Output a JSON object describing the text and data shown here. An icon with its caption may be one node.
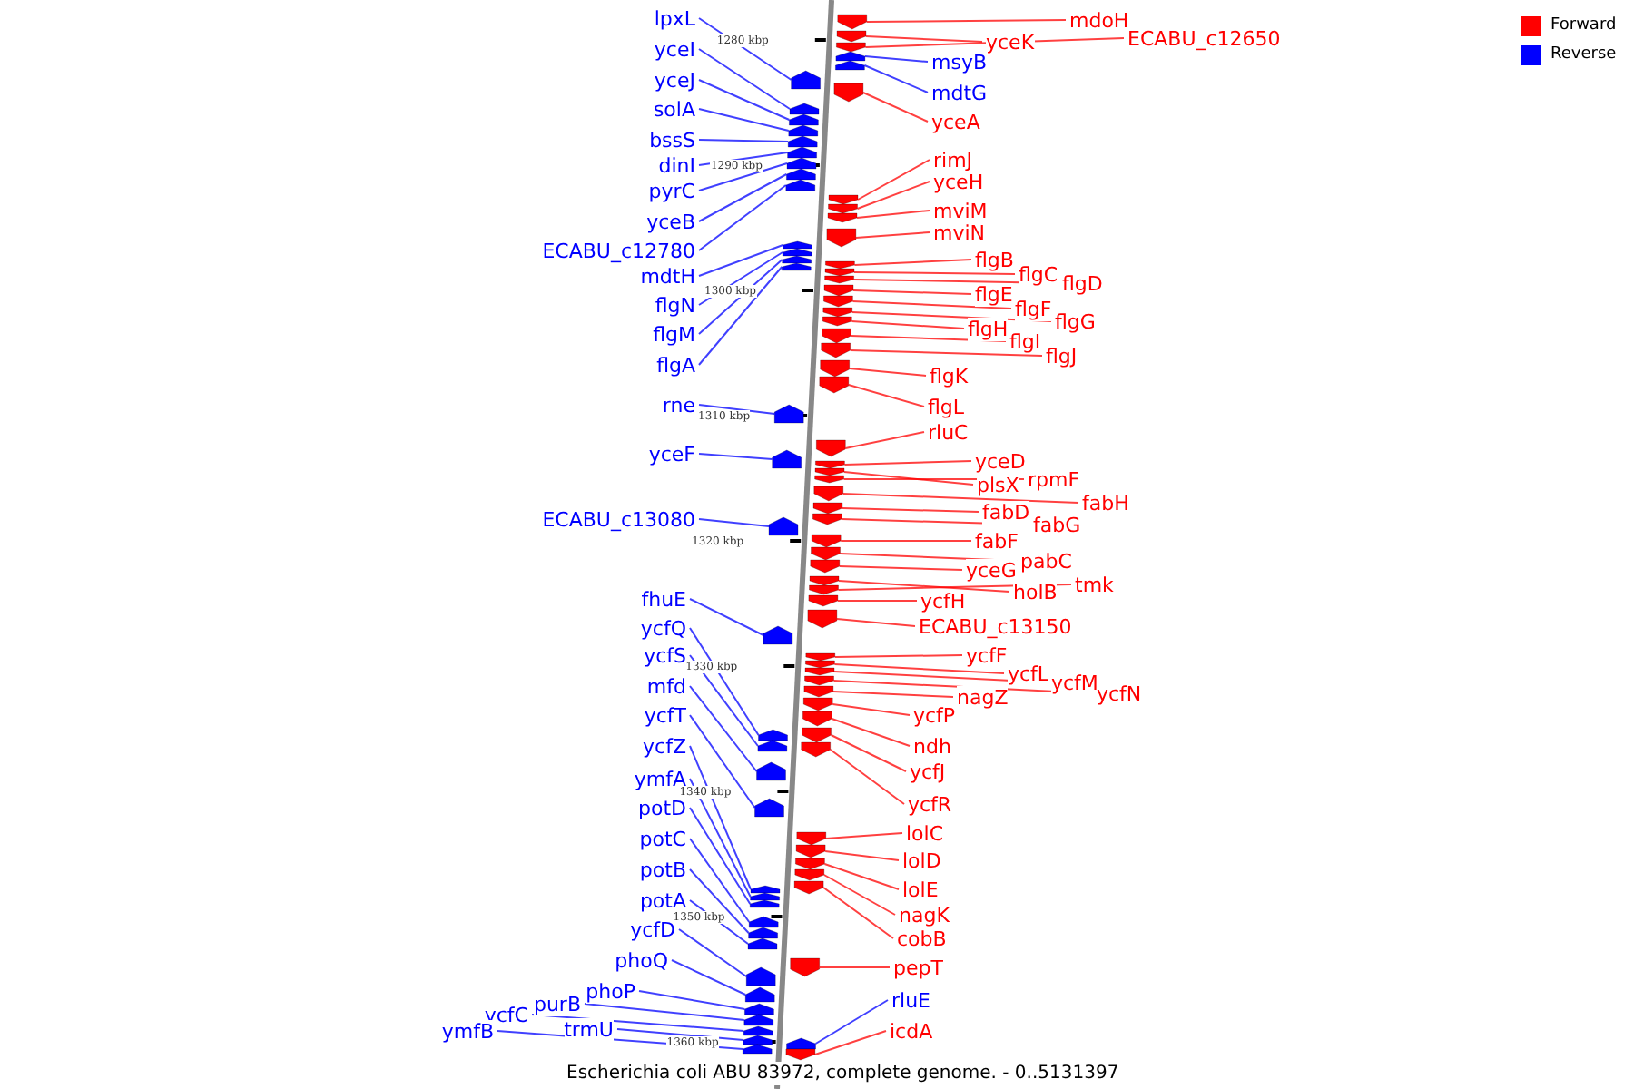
{
  "diagram": {
    "caption": "Escherichia coli ABU 83972, complete genome. - 0..5131397",
    "nodes": [
      {
        "text": [
          "lpxL"
        ]
      },
      {
        "text": [
          "yceI"
        ]
      },
      {
        "text": [
          "yceJ"
        ]
      },
      {
        "text": [
          "solA"
        ]
      },
      {
        "text": [
          "bssS"
        ]
      },
      {
        "text": [
          "dinI"
        ]
      },
      {
        "text": [
          "pyrC"
        ]
      },
      {
        "text": [
          "yceB"
        ]
      },
      {
        "text": [
          "ECABU_c12780"
        ]
      },
      {
        "text": [
          "mdtH"
        ]
      },
      {
        "text": [
          "flgN"
        ]
      },
      {
        "text": [
          "flgM"
        ]
      },
      {
        "text": [
          "flgA"
        ]
      },
      {
        "text": [
          "rne"
        ]
      },
      {
        "text": [
          "yceF"
        ]
      },
      {
        "text": [
          "ECABU_c13080"
        ]
      },
      {
        "text": [
          "fhuE"
        ]
      },
      {
        "text": [
          "ycfQ"
        ]
      },
      {
        "text": [
          "ycfS"
        ]
      },
      {
        "text": [
          "mfd"
        ]
      },
      {
        "text": [
          "ycfT"
        ]
      },
      {
        "text": [
          "ycfZ"
        ]
      },
      {
        "text": [
          "ymfA"
        ]
      },
      {
        "text": [
          "potD"
        ]
      },
      {
        "text": [
          "potC"
        ]
      },
      {
        "text": [
          "potB"
        ]
      },
      {
        "text": [
          "potA"
        ]
      },
      {
        "text": [
          "ycfD"
        ]
      },
      {
        "text": [
          "phoQ"
        ]
      },
      {
        "text": [
          "phoP"
        ]
      },
      {
        "text": [
          "purB"
        ]
      },
      {
        "text": [
          "ycfC"
        ]
      },
      {
        "text": [
          "trmU"
        ]
      },
      {
        "text": [
          "ymfB"
        ]
      },
      {
        "text": [
          "mdoH"
        ]
      },
      {
        "text": [
          "yceK"
        ]
      },
      {
        "text": [
          "ECABU_c12650"
        ]
      },
      {
        "text": [
          "msyB"
        ]
      },
      {
        "text": [
          "mdtG"
        ]
      },
      {
        "text": [
          "yceA"
        ]
      },
      {
        "text": [
          "rimJ"
        ]
      },
      {
        "text": [
          "yceH"
        ]
      },
      {
        "text": [
          "mviM"
        ]
      },
      {
        "text": [
          "mviN"
        ]
      },
      {
        "text": [
          "flgB"
        ]
      },
      {
        "text": [
          "flgC"
        ]
      },
      {
        "text": [
          "flgD"
        ]
      },
      {
        "text": [
          "flgE"
        ]
      },
      {
        "text": [
          "flgF"
        ]
      },
      {
        "text": [
          "flgG"
        ]
      },
      {
        "text": [
          "flgH"
        ]
      },
      {
        "text": [
          "flgI"
        ]
      },
      {
        "text": [
          "flgJ"
        ]
      },
      {
        "text": [
          "flgK"
        ]
      },
      {
        "text": [
          "flgL"
        ]
      },
      {
        "text": [
          "rluC"
        ]
      },
      {
        "text": [
          "yceD"
        ]
      },
      {
        "text": [
          "plsX"
        ]
      },
      {
        "text": [
          "rpmF"
        ]
      },
      {
        "text": [
          "fabH"
        ]
      },
      {
        "text": [
          "fabD"
        ]
      },
      {
        "text": [
          "fabG"
        ]
      },
      {
        "text": [
          "fabF"
        ]
      },
      {
        "text": [
          "pabC"
        ]
      },
      {
        "text": [
          "yceG"
        ]
      },
      {
        "text": [
          "holB"
        ]
      },
      {
        "text": [
          "tmk"
        ]
      },
      {
        "text": [
          "ycfH"
        ]
      },
      {
        "text": [
          "ECABU_c13150"
        ]
      },
      {
        "text": [
          "ycfF"
        ]
      },
      {
        "text": [
          "ycfL"
        ]
      },
      {
        "text": [
          "ycfM"
        ]
      },
      {
        "text": [
          "ycfN"
        ]
      },
      {
        "text": [
          "nagZ"
        ]
      },
      {
        "text": [
          "ycfP"
        ]
      },
      {
        "text": [
          "ndh"
        ]
      },
      {
        "text": [
          "ycfJ"
        ]
      },
      {
        "text": [
          "ycfR"
        ]
      },
      {
        "text": [
          "lolC"
        ]
      },
      {
        "text": [
          "lolD"
        ]
      },
      {
        "text": [
          "lolE"
        ]
      },
      {
        "text": [
          "nagK"
        ]
      },
      {
        "text": [
          "cobB"
        ]
      },
      {
        "text": [
          "pepT"
        ]
      },
      {
        "text": [
          "rluE"
        ]
      },
      {
        "text": [
          "icdA"
        ]
      },
      {
        "text": [],
        "shape": "arrow"
      },
      {
        "text": [],
        "shape": "arrow"
      },
      {
        "text": [],
        "shape": "arrow"
      },
      {
        "text": [],
        "shape": "arrow"
      },
      {
        "text": [],
        "shape": "arrow"
      },
      {
        "text": [],
        "shape": "arrow"
      },
      {
        "text": [],
        "shape": "arrow"
      },
      {
        "text": [],
        "shape": "arrow"
      },
      {
        "text": [],
        "shape": "arrow"
      },
      {
        "text": [],
        "shape": "arrow"
      },
      {
        "text": [],
        "shape": "arrow"
      },
      {
        "text": [],
        "shape": "arrow"
      },
      {
        "text": [],
        "shape": "arrow"
      },
      {
        "text": [],
        "shape": "arrow"
      },
      {
        "text": [],
        "shape": "arrow"
      },
      {
        "text": [],
        "shape": "arrow"
      },
      {
        "text": [],
        "shape": "arrow"
      },
      {
        "text": [],
        "shape": "arrow"
      },
      {
        "text": [],
        "shape": "arrow"
      },
      {
        "text": [],
        "shape": "arrow"
      },
      {
        "text": [],
        "shape": "arrow"
      },
      {
        "text": [],
        "shape": "arrow"
      },
      {
        "text": [],
        "shape": "arrow"
      },
      {
        "text": [],
        "shape": "arrow"
      },
      {
        "text": [],
        "shape": "arrow"
      },
      {
        "text": [],
        "shape": "arrow"
      },
      {
        "text": [],
        "shape": "arrow"
      },
      {
        "text": [],
        "shape": "arrow"
      },
      {
        "text": [],
        "shape": "arrow"
      },
      {
        "text": [],
        "shape": "arrow"
      },
      {
        "text": [],
        "shape": "arrow"
      },
      {
        "text": [],
        "shape": "arrow"
      },
      {
        "text": [],
        "shape": "arrow"
      },
      {
        "text": [],
        "shape": "arrow"
      },
      {
        "text": [],
        "shape": "arrow"
      },
      {
        "text": [],
        "shape": "arrow"
      },
      {
        "text": [],
        "shape": "arrow"
      },
      {
        "text": [],
        "shape": "arrow"
      },
      {
        "text": [],
        "shape": "arrow"
      },
      {
        "text": [],
        "shape": "arrow"
      },
      {
        "text": [],
        "shape": "arrow"
      },
      {
        "text": [],
        "shape": "arrow"
      },
      {
        "text": [],
        "shape": "arrow"
      },
      {
        "text": [],
        "shape": "arrow"
      },
      {
        "text": [],
        "shape": "arrow"
      },
      {
        "text": [],
        "shape": "arrow"
      },
      {
        "text": [],
        "shape": "arrow"
      },
      {
        "text": [],
        "shape": "arrow"
      },
      {
        "text": [],
        "shape": "arrow"
      },
      {
        "text": [],
        "shape": "arrow"
      },
      {
        "text": [],
        "shape": "arrow"
      },
      {
        "text": [],
        "shape": "arrow"
      },
      {
        "text": [],
        "shape": "arrow"
      },
      {
        "text": [],
        "shape": "arrow"
      },
      {
        "text": [],
        "shape": "arrow"
      },
      {
        "text": [],
        "shape": "arrow"
      },
      {
        "text": [],
        "shape": "arrow"
      },
      {
        "text": [],
        "shape": "arrow"
      },
      {
        "text": [],
        "shape": "arrow"
      },
      {
        "text": [],
        "shape": "arrow"
      },
      {
        "text": [],
        "shape": "arrow"
      },
      {
        "text": [],
        "shape": "arrow"
      },
      {
        "text": [],
        "shape": "arrow"
      },
      {
        "text": [],
        "shape": "arrow"
      },
      {
        "text": [],
        "shape": "arrow"
      },
      {
        "text": [],
        "shape": "arrow"
      },
      {
        "text": [],
        "shape": "arrow"
      },
      {
        "text": [],
        "shape": "arrow"
      },
      {
        "text": [],
        "shape": "arrow"
      },
      {
        "text": [],
        "shape": "arrow"
      },
      {
        "text": [],
        "shape": "arrow"
      },
      {
        "text": [],
        "shape": "arrow"
      },
      {
        "text": [],
        "shape": "arrow"
      },
      {
        "text": [],
        "shape": "arrow"
      },
      {
        "text": [],
        "shape": "arrow"
      },
      {
        "text": [],
        "shape": "arrow"
      },
      {
        "text": [],
        "shape": "arrow"
      },
      {
        "text": [],
        "shape": "arrow"
      },
      {
        "text": [],
        "shape": "arrow"
      },
      {
        "text": [],
        "shape": "arrow"
      },
      {
        "text": [],
        "shape": "arrow"
      },
      {
        "text": [],
        "shape": "arrow"
      },
      {
        "text": [],
        "shape": "arrow"
      },
      {
        "text": [],
        "shape": "arrow"
      },
      {
        "text": [],
        "shape": "arrow"
      },
      {
        "text": [],
        "shape": "arrow"
      }
    ],
    "edges": [
      {
        "from": 0,
        "to": 86,
        "arrow": "none",
        "color": "#0000ff"
      },
      {
        "from": 1,
        "to": 87,
        "arrow": "none",
        "color": "#0000ff"
      },
      {
        "from": 2,
        "to": 88,
        "arrow": "none",
        "color": "#0000ff"
      },
      {
        "from": 3,
        "to": 89,
        "arrow": "none",
        "color": "#0000ff"
      },
      {
        "from": 4,
        "to": 90,
        "arrow": "none",
        "color": "#0000ff"
      },
      {
        "from": 5,
        "to": 91,
        "arrow": "none",
        "color": "#0000ff"
      },
      {
        "from": 6,
        "to": 92,
        "arrow": "none",
        "color": "#0000ff"
      },
      {
        "from": 7,
        "to": 93,
        "arrow": "none",
        "color": "#0000ff"
      },
      {
        "from": 8,
        "to": 94,
        "arrow": "none",
        "color": "#0000ff"
      },
      {
        "from": 9,
        "to": 95,
        "arrow": "none",
        "color": "#0000ff"
      },
      {
        "from": 10,
        "to": 96,
        "arrow": "none",
        "color": "#0000ff"
      },
      {
        "from": 11,
        "to": 97,
        "arrow": "none",
        "color": "#0000ff"
      },
      {
        "from": 12,
        "to": 98,
        "arrow": "none",
        "color": "#0000ff"
      },
      {
        "from": 13,
        "to": 99,
        "arrow": "none",
        "color": "#0000ff"
      },
      {
        "from": 14,
        "to": 100,
        "arrow": "none",
        "color": "#0000ff"
      },
      {
        "from": 15,
        "to": 101,
        "arrow": "none",
        "color": "#0000ff"
      },
      {
        "from": 16,
        "to": 102,
        "arrow": "none",
        "color": "#0000ff"
      },
      {
        "from": 17,
        "to": 103,
        "arrow": "none",
        "color": "#0000ff"
      },
      {
        "from": 18,
        "to": 104,
        "arrow": "none",
        "color": "#0000ff"
      },
      {
        "from": 19,
        "to": 105,
        "arrow": "none",
        "color": "#0000ff"
      },
      {
        "from": 20,
        "to": 106,
        "arrow": "none",
        "color": "#0000ff"
      },
      {
        "from": 21,
        "to": 107,
        "arrow": "none",
        "color": "#0000ff"
      },
      {
        "from": 22,
        "to": 108,
        "arrow": "none",
        "color": "#0000ff"
      },
      {
        "from": 23,
        "to": 109,
        "arrow": "none",
        "color": "#0000ff"
      },
      {
        "from": 24,
        "to": 110,
        "arrow": "none",
        "color": "#0000ff"
      },
      {
        "from": 25,
        "to": 111,
        "arrow": "none",
        "color": "#0000ff"
      },
      {
        "from": 26,
        "to": 112,
        "arrow": "none",
        "color": "#0000ff"
      },
      {
        "from": 27,
        "to": 113,
        "arrow": "none",
        "color": "#0000ff"
      },
      {
        "from": 28,
        "to": 114,
        "arrow": "none",
        "color": "#0000ff"
      },
      {
        "from": 29,
        "to": 115,
        "arrow": "none",
        "color": "#0000ff"
      },
      {
        "from": 30,
        "to": 116,
        "arrow": "none",
        "color": "#0000ff"
      },
      {
        "from": 31,
        "to": 117,
        "arrow": "none",
        "color": "#0000ff"
      },
      {
        "from": 32,
        "to": 118,
        "arrow": "none",
        "color": "#0000ff"
      },
      {
        "from": 33,
        "to": 119,
        "arrow": "none",
        "color": "#0000ff"
      },
      {
        "from": 34,
        "to": 120,
        "arrow": "none"
      },
      {
        "from": 35,
        "to": 121,
        "arrow": "none"
      },
      {
        "from": 36,
        "to": 122,
        "arrow": "none"
      },
      {
        "from": 37,
        "to": 123,
        "arrow": "none",
        "color": "#0000ff"
      },
      {
        "from": 38,
        "to": 124,
        "arrow": "none",
        "color": "#0000ff"
      },
      {
        "from": 39,
        "to": 125,
        "arrow": "none"
      },
      {
        "from": 40,
        "to": 126,
        "arrow": "none"
      },
      {
        "from": 41,
        "to": 127,
        "arrow": "none"
      },
      {
        "from": 42,
        "to": 128,
        "arrow": "none"
      },
      {
        "from": 43,
        "to": 129,
        "arrow": "none"
      },
      {
        "from": 44,
        "to": 130,
        "arrow": "none"
      },
      {
        "from": 45,
        "to": 131,
        "arrow": "none"
      },
      {
        "from": 46,
        "to": 132,
        "arrow": "none"
      },
      {
        "from": 47,
        "to": 133,
        "arrow": "none"
      },
      {
        "from": 48,
        "to": 134,
        "arrow": "none"
      },
      {
        "from": 49,
        "to": 135,
        "arrow": "none"
      },
      {
        "from": 50,
        "to": 136,
        "arrow": "none"
      },
      {
        "from": 51,
        "to": 137,
        "arrow": "none"
      },
      {
        "from": 52,
        "to": 138,
        "arrow": "none"
      },
      {
        "from": 53,
        "to": 139,
        "arrow": "none"
      },
      {
        "from": 54,
        "to": 140,
        "arrow": "none"
      },
      {
        "from": 55,
        "to": 141,
        "arrow": "none"
      },
      {
        "from": 56,
        "to": 142,
        "arrow": "none"
      },
      {
        "from": 57,
        "to": 143,
        "arrow": "none"
      },
      {
        "from": 58,
        "to": 144,
        "arrow": "none"
      },
      {
        "from": 59,
        "to": 145,
        "arrow": "none"
      },
      {
        "from": 60,
        "to": 146,
        "arrow": "none"
      },
      {
        "from": 61,
        "to": 147,
        "arrow": "none"
      },
      {
        "from": 62,
        "to": 148,
        "arrow": "none"
      },
      {
        "from": 63,
        "to": 149,
        "arrow": "none"
      },
      {
        "from": 64,
        "to": 150,
        "arrow": "none"
      },
      {
        "from": 65,
        "to": 151,
        "arrow": "none"
      },
      {
        "from": 66,
        "to": 152,
        "arrow": "none"
      },
      {
        "from": 67,
        "to": 153,
        "arrow": "none"
      },
      {
        "from": 68,
        "to": 154,
        "arrow": "none"
      },
      {
        "from": 69,
        "to": 155,
        "arrow": "none"
      },
      {
        "from": 70,
        "to": 156,
        "arrow": "none"
      },
      {
        "from": 71,
        "to": 157,
        "arrow": "none"
      },
      {
        "from": 72,
        "to": 158,
        "arrow": "none"
      },
      {
        "from": 73,
        "to": 159,
        "arrow": "none"
      },
      {
        "from": 74,
        "to": 160,
        "arrow": "none"
      },
      {
        "from": 75,
        "to": 161,
        "arrow": "none"
      },
      {
        "from": 76,
        "to": 162,
        "arrow": "none"
      },
      {
        "from": 77,
        "to": 163,
        "arrow": "none"
      },
      {
        "from": 78,
        "to": 164,
        "arrow": "none"
      },
      {
        "from": 79,
        "to": 165,
        "arrow": "none"
      },
      {
        "from": 80,
        "to": 166,
        "arrow": "none"
      },
      {
        "from": 81,
        "to": 167,
        "arrow": "none"
      },
      {
        "from": 82,
        "to": 168,
        "arrow": "none"
      },
      {
        "from": 83,
        "to": 169,
        "arrow": "none"
      },
      {
        "from": 84,
        "to": 170,
        "arrow": "none",
        "color": "#0000ff"
      },
      {
        "from": 85,
        "to": 171,
        "arrow": "none"
      }
    ],
    "labels": [
      "1280 kbp",
      "1290 kbp",
      "1300 kbp",
      "1310 kbp",
      "1320 kbp",
      "1330 kbp",
      "1340 kbp",
      "1350 kbp",
      "1360 kbp"
    ],
    "legend": [
      {
        "text": "Forward",
        "color": "#ff0000"
      },
      {
        "text": "Reverse",
        "color": "#0000ff"
      }
    ]
  }
}
